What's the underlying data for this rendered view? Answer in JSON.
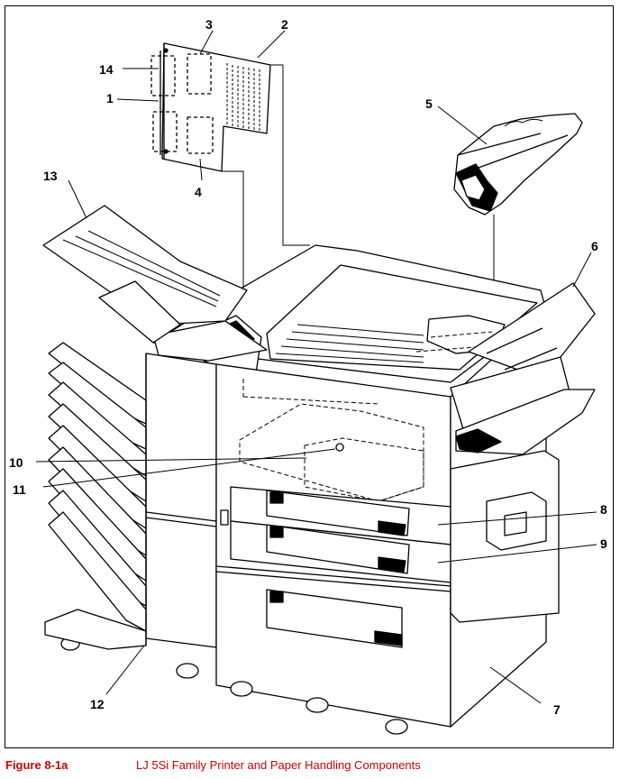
{
  "figure": {
    "label": "Figure 8-1a",
    "title": "LJ 5Si Family Printer and Paper Handling Components",
    "caption_color": "#cc0000"
  },
  "callouts": {
    "c1": "1",
    "c2": "2",
    "c3": "3",
    "c4": "4",
    "c5": "5",
    "c6": "6",
    "c7": "7",
    "c8": "8",
    "c9": "9",
    "c10": "10",
    "c11": "11",
    "c12": "12",
    "c13": "13",
    "c14": "14"
  }
}
